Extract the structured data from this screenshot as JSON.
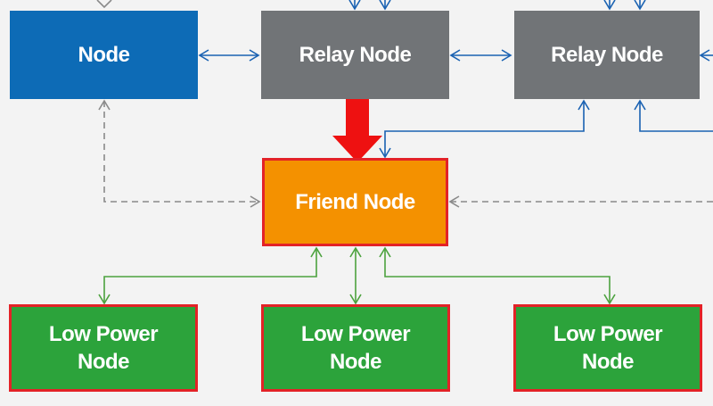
{
  "nodes": {
    "node": "Node",
    "relay_1": "Relay Node",
    "relay_2": "Relay Node",
    "friend": "Friend Node",
    "lpn_1": {
      "line1": "Low Power",
      "line2": "Node"
    },
    "lpn_2": {
      "line1": "Low Power",
      "line2": "Node"
    },
    "lpn_3": {
      "line1": "Low Power",
      "line2": "Node"
    }
  },
  "colors": {
    "node": "#0d6bb6",
    "relay": "#717477",
    "friend": "#f49100",
    "low_power": "#2ca33b",
    "highlight_border": "#e32227",
    "relay_link": "#1a62b2",
    "friendship_link": "#4ca23e",
    "dashed_link": "#8a8a8a",
    "pointer_arrow": "#ee1111"
  }
}
